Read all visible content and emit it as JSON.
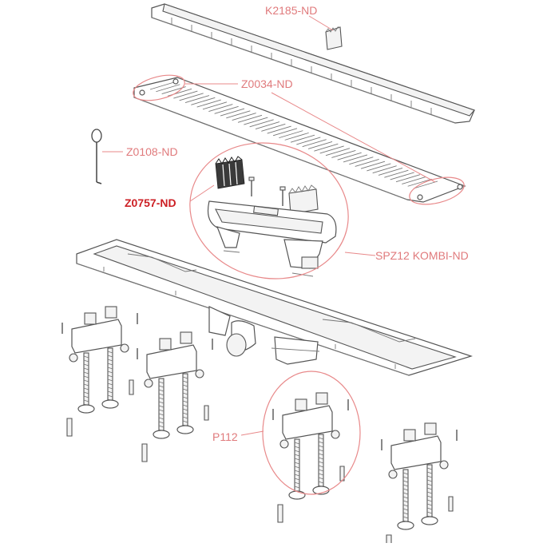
{
  "diagram": {
    "colors": {
      "callout": "#e8898a",
      "label": "#e07a7c",
      "highlight": "#cc1f24",
      "line": "#555555"
    },
    "labels": {
      "k2185": "K2185-ND",
      "z0034": "Z0034-ND",
      "z0108": "Z0108-ND",
      "z0757": "Z0757-ND",
      "spz12": "SPZ12 KOMBI-ND",
      "p112": "P112"
    }
  }
}
